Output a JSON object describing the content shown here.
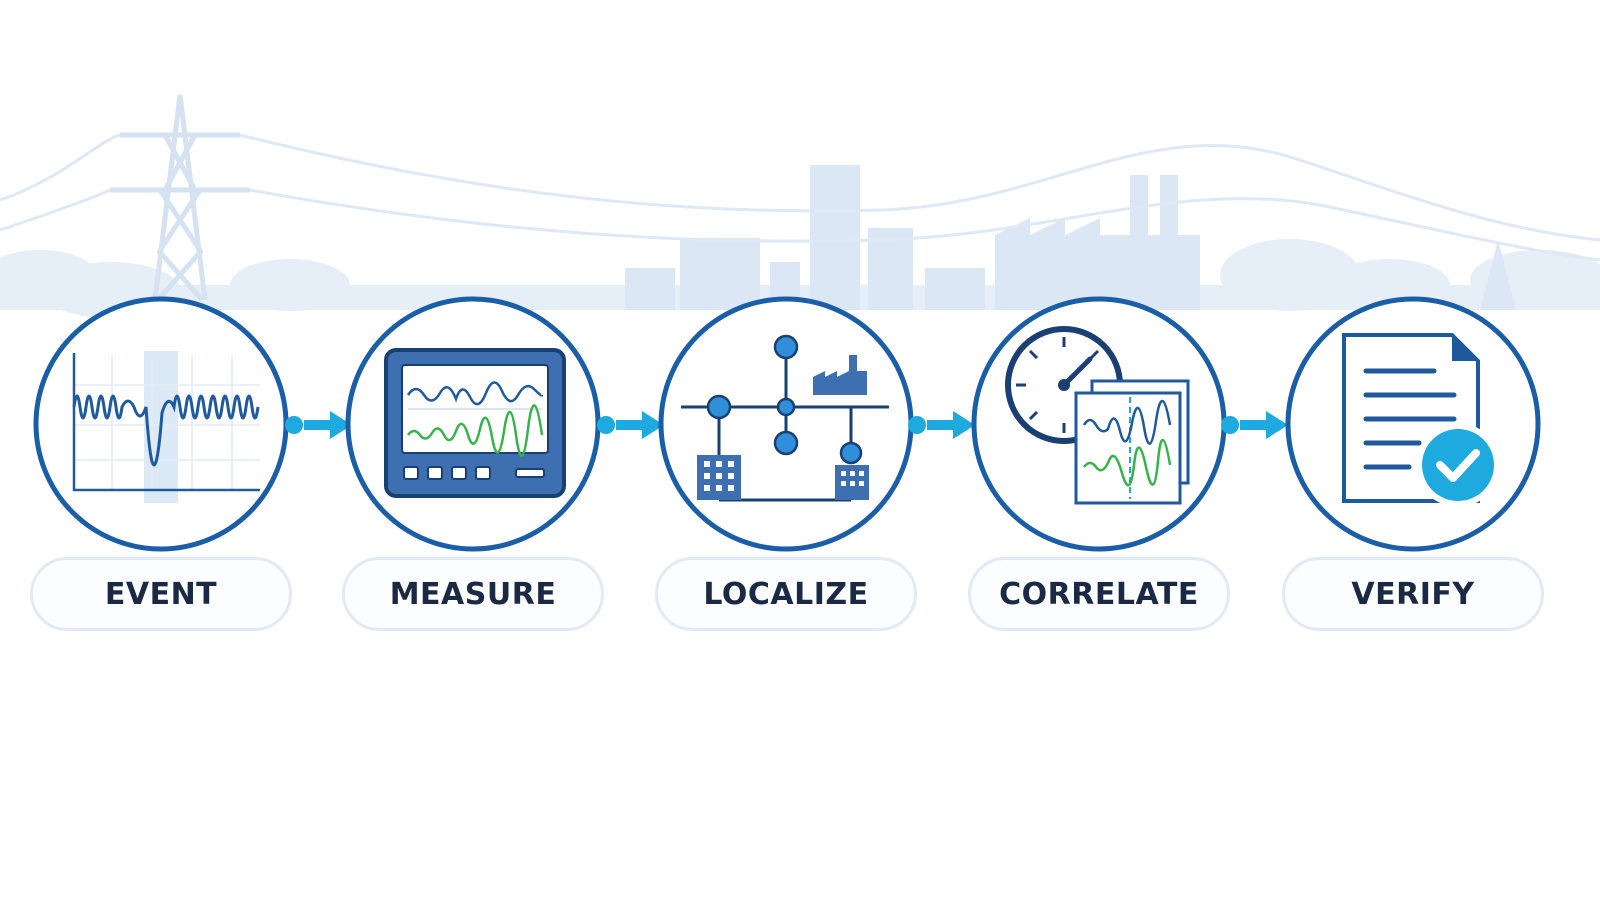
{
  "steps": [
    {
      "label": "EVENT",
      "icon": "waveform-sag-icon"
    },
    {
      "label": "MEASURE",
      "icon": "power-quality-meter-icon"
    },
    {
      "label": "LOCALIZE",
      "icon": "network-topology-icon"
    },
    {
      "label": "CORRELATE",
      "icon": "clock-waveforms-icon"
    },
    {
      "label": "VERIFY",
      "icon": "document-check-icon"
    }
  ],
  "colors": {
    "ring": "#1a5ea8",
    "dark_blue": "#1f5a9e",
    "accent_cyan": "#1eaadf",
    "green_trace": "#34b44a",
    "label_text": "#1a2a44",
    "backdrop": "#dbe7f4"
  }
}
